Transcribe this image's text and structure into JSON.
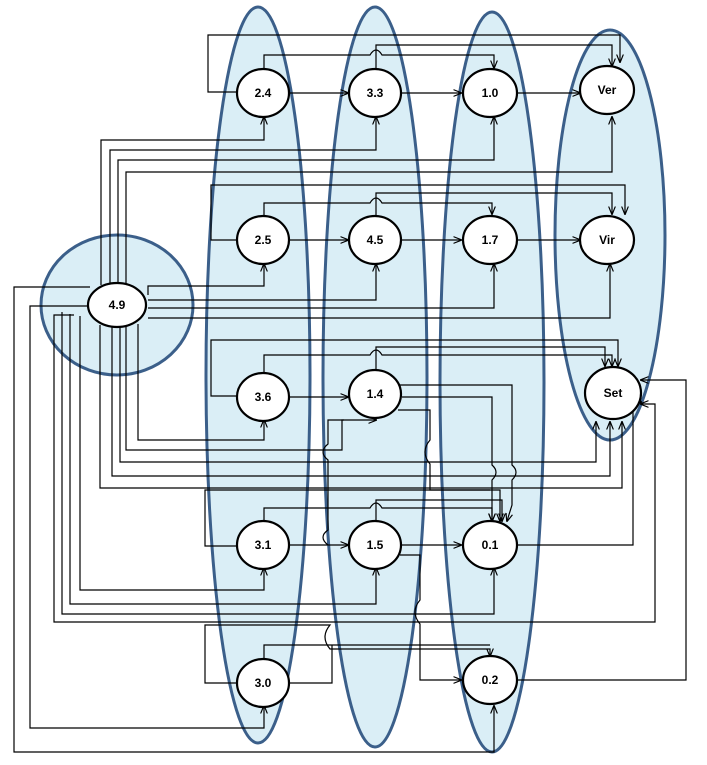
{
  "groups": [
    "col-1",
    "col-2",
    "col-3",
    "col-4",
    "source"
  ],
  "nodes": {
    "n_4_9": "4.9",
    "n_2_4": "2.4",
    "n_3_3": "3.3",
    "n_1_0": "1.0",
    "n_ver": "Ver",
    "n_2_5": "2.5",
    "n_4_5": "4.5",
    "n_1_7": "1.7",
    "n_vir": "Vir",
    "n_3_6": "3.6",
    "n_1_4": "1.4",
    "n_set": "Set",
    "n_3_1": "3.1",
    "n_1_5": "1.5",
    "n_0_1": "0.1",
    "n_3_0": "3.0",
    "n_0_2": "0.2"
  },
  "colors": {
    "group_fill": "#daeef6",
    "group_stroke": "#3b5f8a",
    "edge": "#000000",
    "node_fill": "#ffffff"
  }
}
